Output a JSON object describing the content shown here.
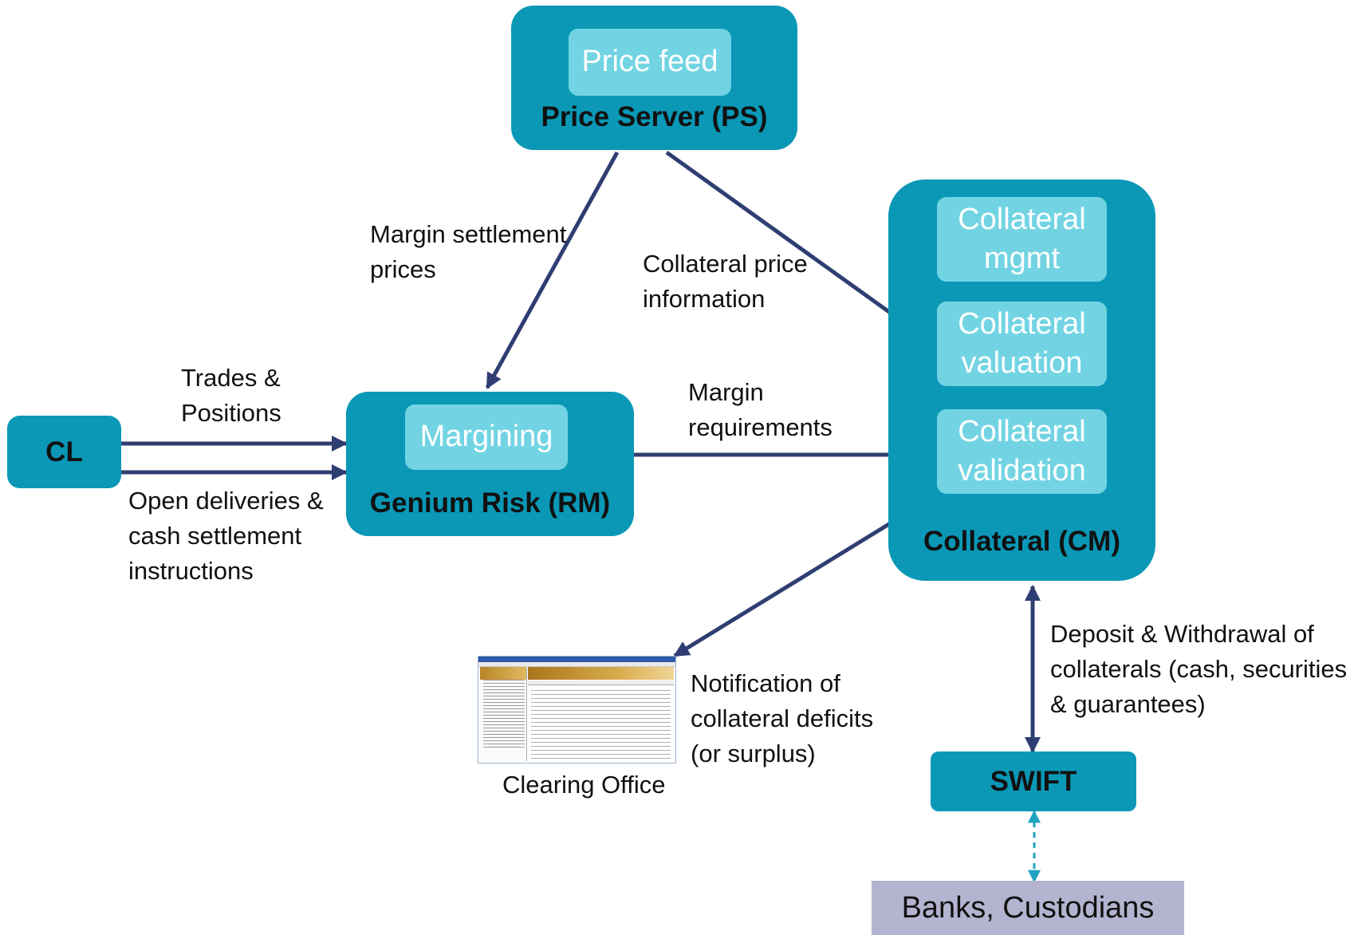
{
  "nodes": {
    "price_server": {
      "inner": "Price feed",
      "label": "Price Server (PS)"
    },
    "genium_risk": {
      "inner": "Margining",
      "label": "Genium Risk (RM)"
    },
    "collateral": {
      "inner": [
        "Collateral\nmgmt",
        "Collateral\nvaluation",
        "Collateral\nvalidation"
      ],
      "label": "Collateral (CM)"
    },
    "cl": {
      "label": "CL"
    },
    "swift": {
      "label": "SWIFT"
    },
    "banks": {
      "label": "Banks, Custodians"
    },
    "clearing_office": {
      "label": "Clearing Office"
    }
  },
  "edges": {
    "margin_settlement_prices": "Margin settlement\nprices",
    "collateral_price_information": "Collateral price\ninformation",
    "trades_positions": "Trades &\nPositions",
    "open_deliveries": "Open deliveries &\ncash settlement\ninstructions",
    "margin_requirements": "Margin\nrequirements",
    "notification": "Notification of\ncollateral deficits\n(or surplus)",
    "deposit_withdrawal": "Deposit & Withdrawal of\ncollaterals (cash, securities\n& guarantees)"
  },
  "colors": {
    "box": "#0a98b6",
    "inner_box": "#72d4e3",
    "arrow": "#2f3e72",
    "dashed_arrow": "#1fa3c0",
    "banks_box": "#b4b4d0"
  }
}
